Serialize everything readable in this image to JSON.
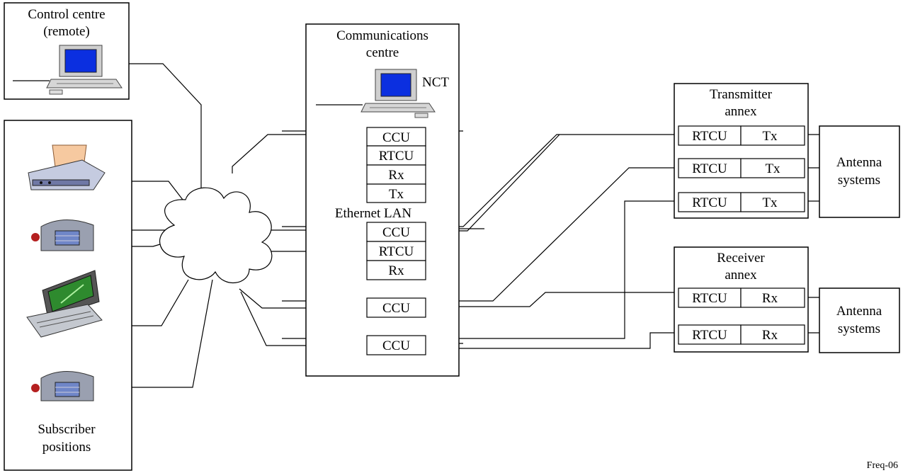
{
  "control_centre": {
    "title_line1": "Control centre",
    "title_line2": "(remote)"
  },
  "subscribers": {
    "label_line1": "Subscriber",
    "label_line2": "positions"
  },
  "communications_centre": {
    "title_line1": "Communications",
    "title_line2": "centre",
    "nct_label": "NCT",
    "stack1": [
      "CCU",
      "RTCU",
      "Rx",
      "Tx"
    ],
    "ethernet_label": "Ethernet LAN",
    "stack2": [
      "CCU",
      "RTCU",
      "Rx"
    ],
    "ccu_a": "CCU",
    "ccu_b": "CCU"
  },
  "transmitter_annex": {
    "title_line1": "Transmitter",
    "title_line2": "annex",
    "rows": [
      {
        "rtcu": "RTCU",
        "radio": "Tx"
      },
      {
        "rtcu": "RTCU",
        "radio": "Tx"
      },
      {
        "rtcu": "RTCU",
        "radio": "Tx"
      }
    ]
  },
  "receiver_annex": {
    "title_line1": "Receiver",
    "title_line2": "annex",
    "rows": [
      {
        "rtcu": "RTCU",
        "radio": "Rx"
      },
      {
        "rtcu": "RTCU",
        "radio": "Rx"
      }
    ]
  },
  "antenna_tx": {
    "line1": "Antenna",
    "line2": "systems"
  },
  "antenna_rx": {
    "line1": "Antenna",
    "line2": "systems"
  },
  "figure_ref": "Freq-06"
}
